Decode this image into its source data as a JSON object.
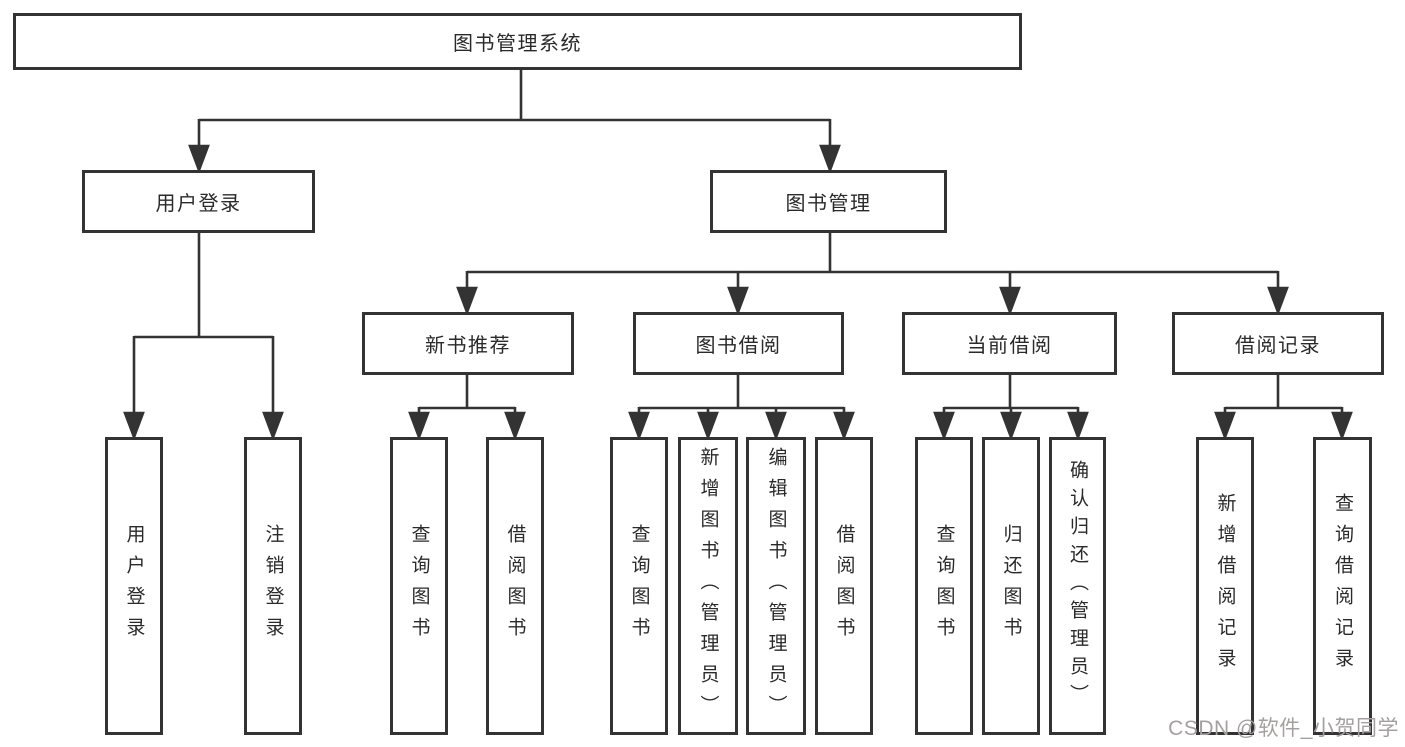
{
  "tree": {
    "label": "图书管理系统",
    "children": [
      {
        "label": "用户登录",
        "children": [
          {
            "label": "用户登录"
          },
          {
            "label": "注销登录"
          }
        ]
      },
      {
        "label": "图书管理",
        "children": [
          {
            "label": "新书推荐",
            "children": [
              {
                "label": "查询图书"
              },
              {
                "label": "借阅图书"
              }
            ]
          },
          {
            "label": "图书借阅",
            "children": [
              {
                "label": "查询图书"
              },
              {
                "label": "新增图书（管理员）"
              },
              {
                "label": "编辑图书（管理员）"
              },
              {
                "label": "借阅图书"
              }
            ]
          },
          {
            "label": "当前借阅",
            "children": [
              {
                "label": "查询图书"
              },
              {
                "label": "归还图书"
              },
              {
                "label": "确认归还（管理员）"
              }
            ]
          },
          {
            "label": "借阅记录",
            "children": [
              {
                "label": "新增借阅记录"
              },
              {
                "label": "查询借阅记录"
              }
            ]
          }
        ]
      }
    ]
  },
  "watermark": {
    "text": "CSDN @软件_小贺同学"
  },
  "colors": {
    "line": "#333333",
    "text": "#2a2a2a",
    "watermark": "#a5a0a0",
    "background": "#ffffff"
  }
}
